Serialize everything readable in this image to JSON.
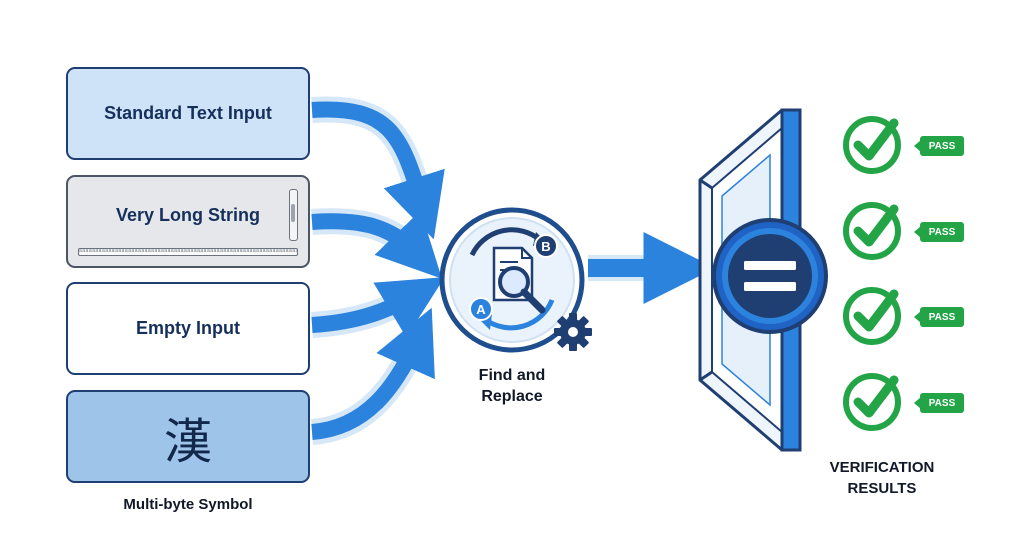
{
  "inputs": [
    {
      "label": "Standard Text Input"
    },
    {
      "label": "Very Long String",
      "overflow_text": "aaaaaaaaaaaaaaaaaaaaaaaaaaaaaaaaaaaaaaaaaaaaaaaaaaaaaaaaaaaaaaaaaaaa"
    },
    {
      "label": "Empty Input"
    },
    {
      "glyph": "漢",
      "caption": "Multi-byte Symbol"
    }
  ],
  "process": {
    "label_line1": "Find and",
    "label_line2": "Replace",
    "badge_a": "A",
    "badge_b": "B",
    "icon": "find-replace-icon"
  },
  "verifier": {
    "icon": "equals-icon",
    "label_line1": "VERIFICATION",
    "label_line2": "RESULTS"
  },
  "results": [
    {
      "status": "PASS"
    },
    {
      "status": "PASS"
    },
    {
      "status": "PASS"
    },
    {
      "status": "PASS"
    }
  ],
  "colors": {
    "arrow": "#2b83de",
    "arrow_glow": "#cfe3f7",
    "dark_navy": "#1f3f73",
    "pass_green": "#22a447"
  }
}
